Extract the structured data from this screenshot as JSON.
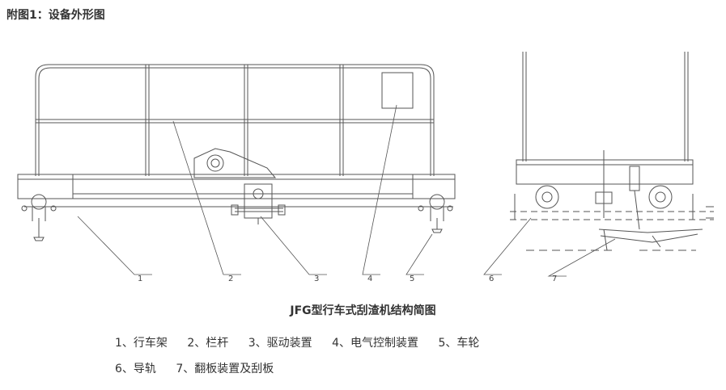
{
  "header": {
    "title": "附图1：设备外形图"
  },
  "diagram": {
    "caption": "JFG型行车式刮渣机结构简图",
    "callout_numbers": [
      "1",
      "2",
      "3",
      "4",
      "5",
      "6",
      "7"
    ],
    "legend_rows": [
      [
        "1、行车架",
        "2、栏杆",
        "3、驱动装置",
        "4、电气控制装置",
        "5、车轮"
      ],
      [
        "6、导轨",
        "7、翻板装置及刮板"
      ]
    ]
  }
}
